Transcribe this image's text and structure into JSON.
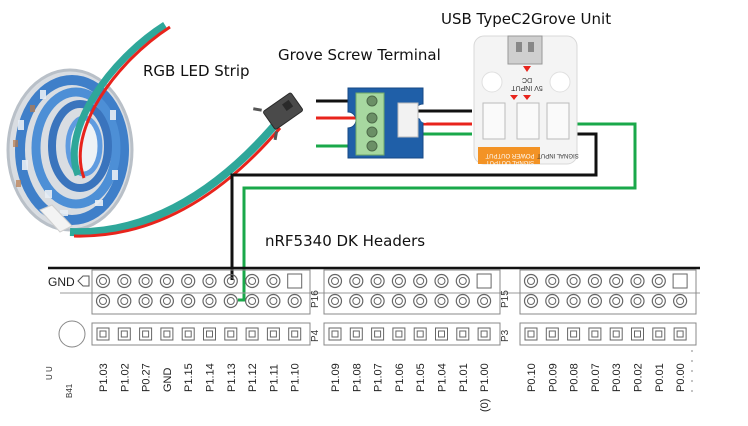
{
  "labels": {
    "led_strip": "RGB LED Strip",
    "screw_terminal": "Grove Screw Terminal",
    "usb_unit": "USB TypeC2Grove Unit",
    "dk_headers": "nRF5340 DK Headers"
  },
  "usb_unit": {
    "dc_label": "DC",
    "input_label": "5V INPUT",
    "power_output_label": "POWER OUTPUT",
    "signal_output_label": "SIGNAL OUTPUT",
    "signal_input_label": "SIGNAL INPUT"
  },
  "board": {
    "gnd_label": "GND",
    "left_marks": "U U",
    "b41_label": "B41",
    "header_names": {
      "p16": "P16",
      "p15": "P15",
      "p4": "P4",
      "p3": "P3"
    },
    "group_a_pins": [
      "P1.03",
      "P1.02",
      "P0.27",
      "GND",
      "P1.15",
      "P1.14",
      "P1.13",
      "P1.12",
      "P1.11",
      "P1.10"
    ],
    "group_b_pins": [
      "P1.09",
      "P1.08",
      "P1.07",
      "P1.06",
      "P1.05",
      "P1.04",
      "P1.01",
      "P1.00"
    ],
    "group_b_prefix": "(0)",
    "group_c_pins": [
      "P0.10",
      "P0.09",
      "P0.08",
      "P0.07",
      "P0.03",
      "P0.02",
      "P0.01",
      "P0.00"
    ]
  },
  "wiring": {
    "colors": {
      "gnd": "#111111",
      "vcc": "#e8241c",
      "signal": "#1aa84a",
      "strip_teal": "#2fa79a",
      "pcb_blue": "#1f5fa8",
      "terminal_green": "#a7d8a0",
      "orange": "#f39325"
    },
    "connections": [
      {
        "from": "Grove Screw Terminal GND",
        "to": "USB TypeC2Grove Unit",
        "color": "gnd"
      },
      {
        "from": "Grove Screw Terminal VCC",
        "to": "USB TypeC2Grove Unit",
        "color": "vcc"
      },
      {
        "from": "Grove Screw Terminal DIN",
        "to": "USB TypeC2Grove Unit",
        "color": "signal"
      },
      {
        "from": "USB TypeC2Grove Unit GND",
        "to": "GND pin (P1.13 column, top row)",
        "color": "gnd"
      },
      {
        "from": "USB TypeC2Grove Unit SIGNAL INPUT",
        "to": "P1.13",
        "color": "signal"
      }
    ]
  }
}
